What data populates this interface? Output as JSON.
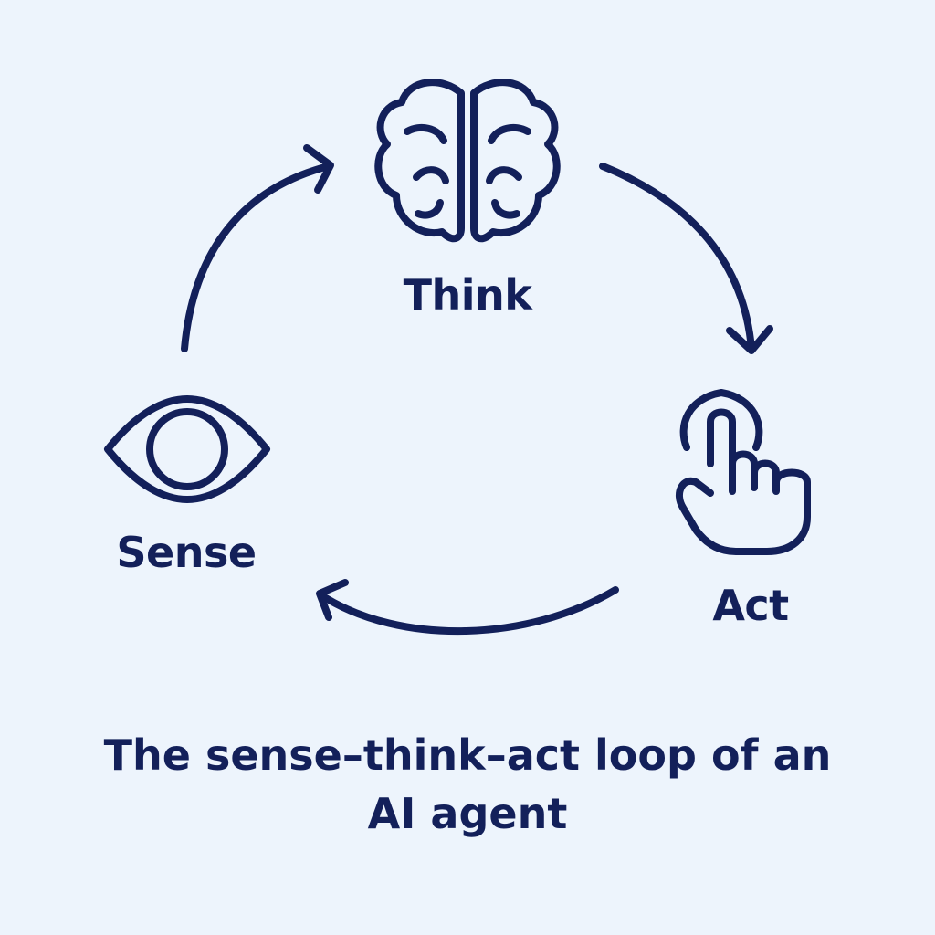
{
  "diagram": {
    "stroke_color": "#13205a",
    "background_color": "#edf4fc",
    "stages": {
      "think": {
        "label": "Think",
        "icon": "brain-icon"
      },
      "act": {
        "label": "Act",
        "icon": "pointing-hand-icon"
      },
      "sense": {
        "label": "Sense",
        "icon": "eye-icon"
      }
    },
    "arrows": [
      {
        "from": "Sense",
        "to": "Think"
      },
      {
        "from": "Think",
        "to": "Act"
      },
      {
        "from": "Act",
        "to": "Sense"
      }
    ],
    "caption_line1": "The sense–think–act loop of an",
    "caption_line2": "AI agent"
  }
}
